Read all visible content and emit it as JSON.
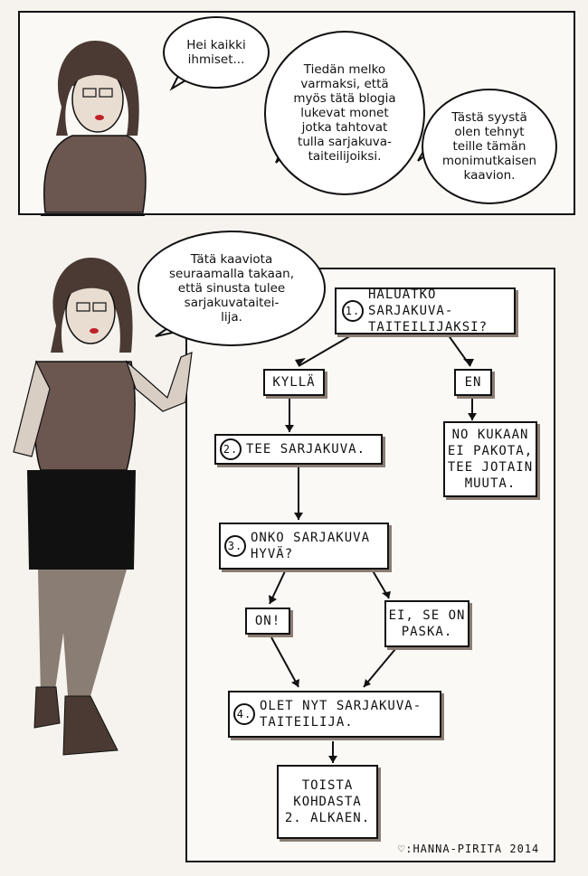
{
  "panel1": {
    "bubble_1": "Hei kaikki\nihmiset...",
    "bubble_2": "Tiedän melko\nvarmaksi, että\nmyös tätä blogia\nlukevat monet\njotka tahtovat\ntulla sarjakuva-\ntaiteilijoiksi.",
    "bubble_3": "Tästä syystä\nolen tehnyt\nteille tämän\nmonimutkaisen\nkaavion."
  },
  "panel2": {
    "bubble": "Tätä kaaviota\nseuraamalla takaan,\nettä sinusta tulee\nsarjakuvataitei-\nlija."
  },
  "flowchart": {
    "step1": {
      "num": "1.",
      "text": "HALUATKO SARJAKUVA-\nTAITEILIJAKSI?"
    },
    "yes": "KYLLÄ",
    "no": "EN",
    "no_result": "NO KUKAAN\nEI PAKOTA,\nTEE JOTAIN\nMUUTA.",
    "step2": {
      "num": "2.",
      "text": "TEE SARJAKUVA."
    },
    "step3": {
      "num": "3.",
      "text": "ONKO SARJAKUVA\nHYVÄ?"
    },
    "good": "ON!",
    "bad": "EI, SE ON\nPASKA.",
    "step4": {
      "num": "4.",
      "text": "OLET NYT SARJAKUVA-\nTAITEILIJA."
    },
    "end": "TOISTA\nKOHDASTA\n2. ALKAEN."
  },
  "signature": "♡:HANNA-PIRITA 2014"
}
